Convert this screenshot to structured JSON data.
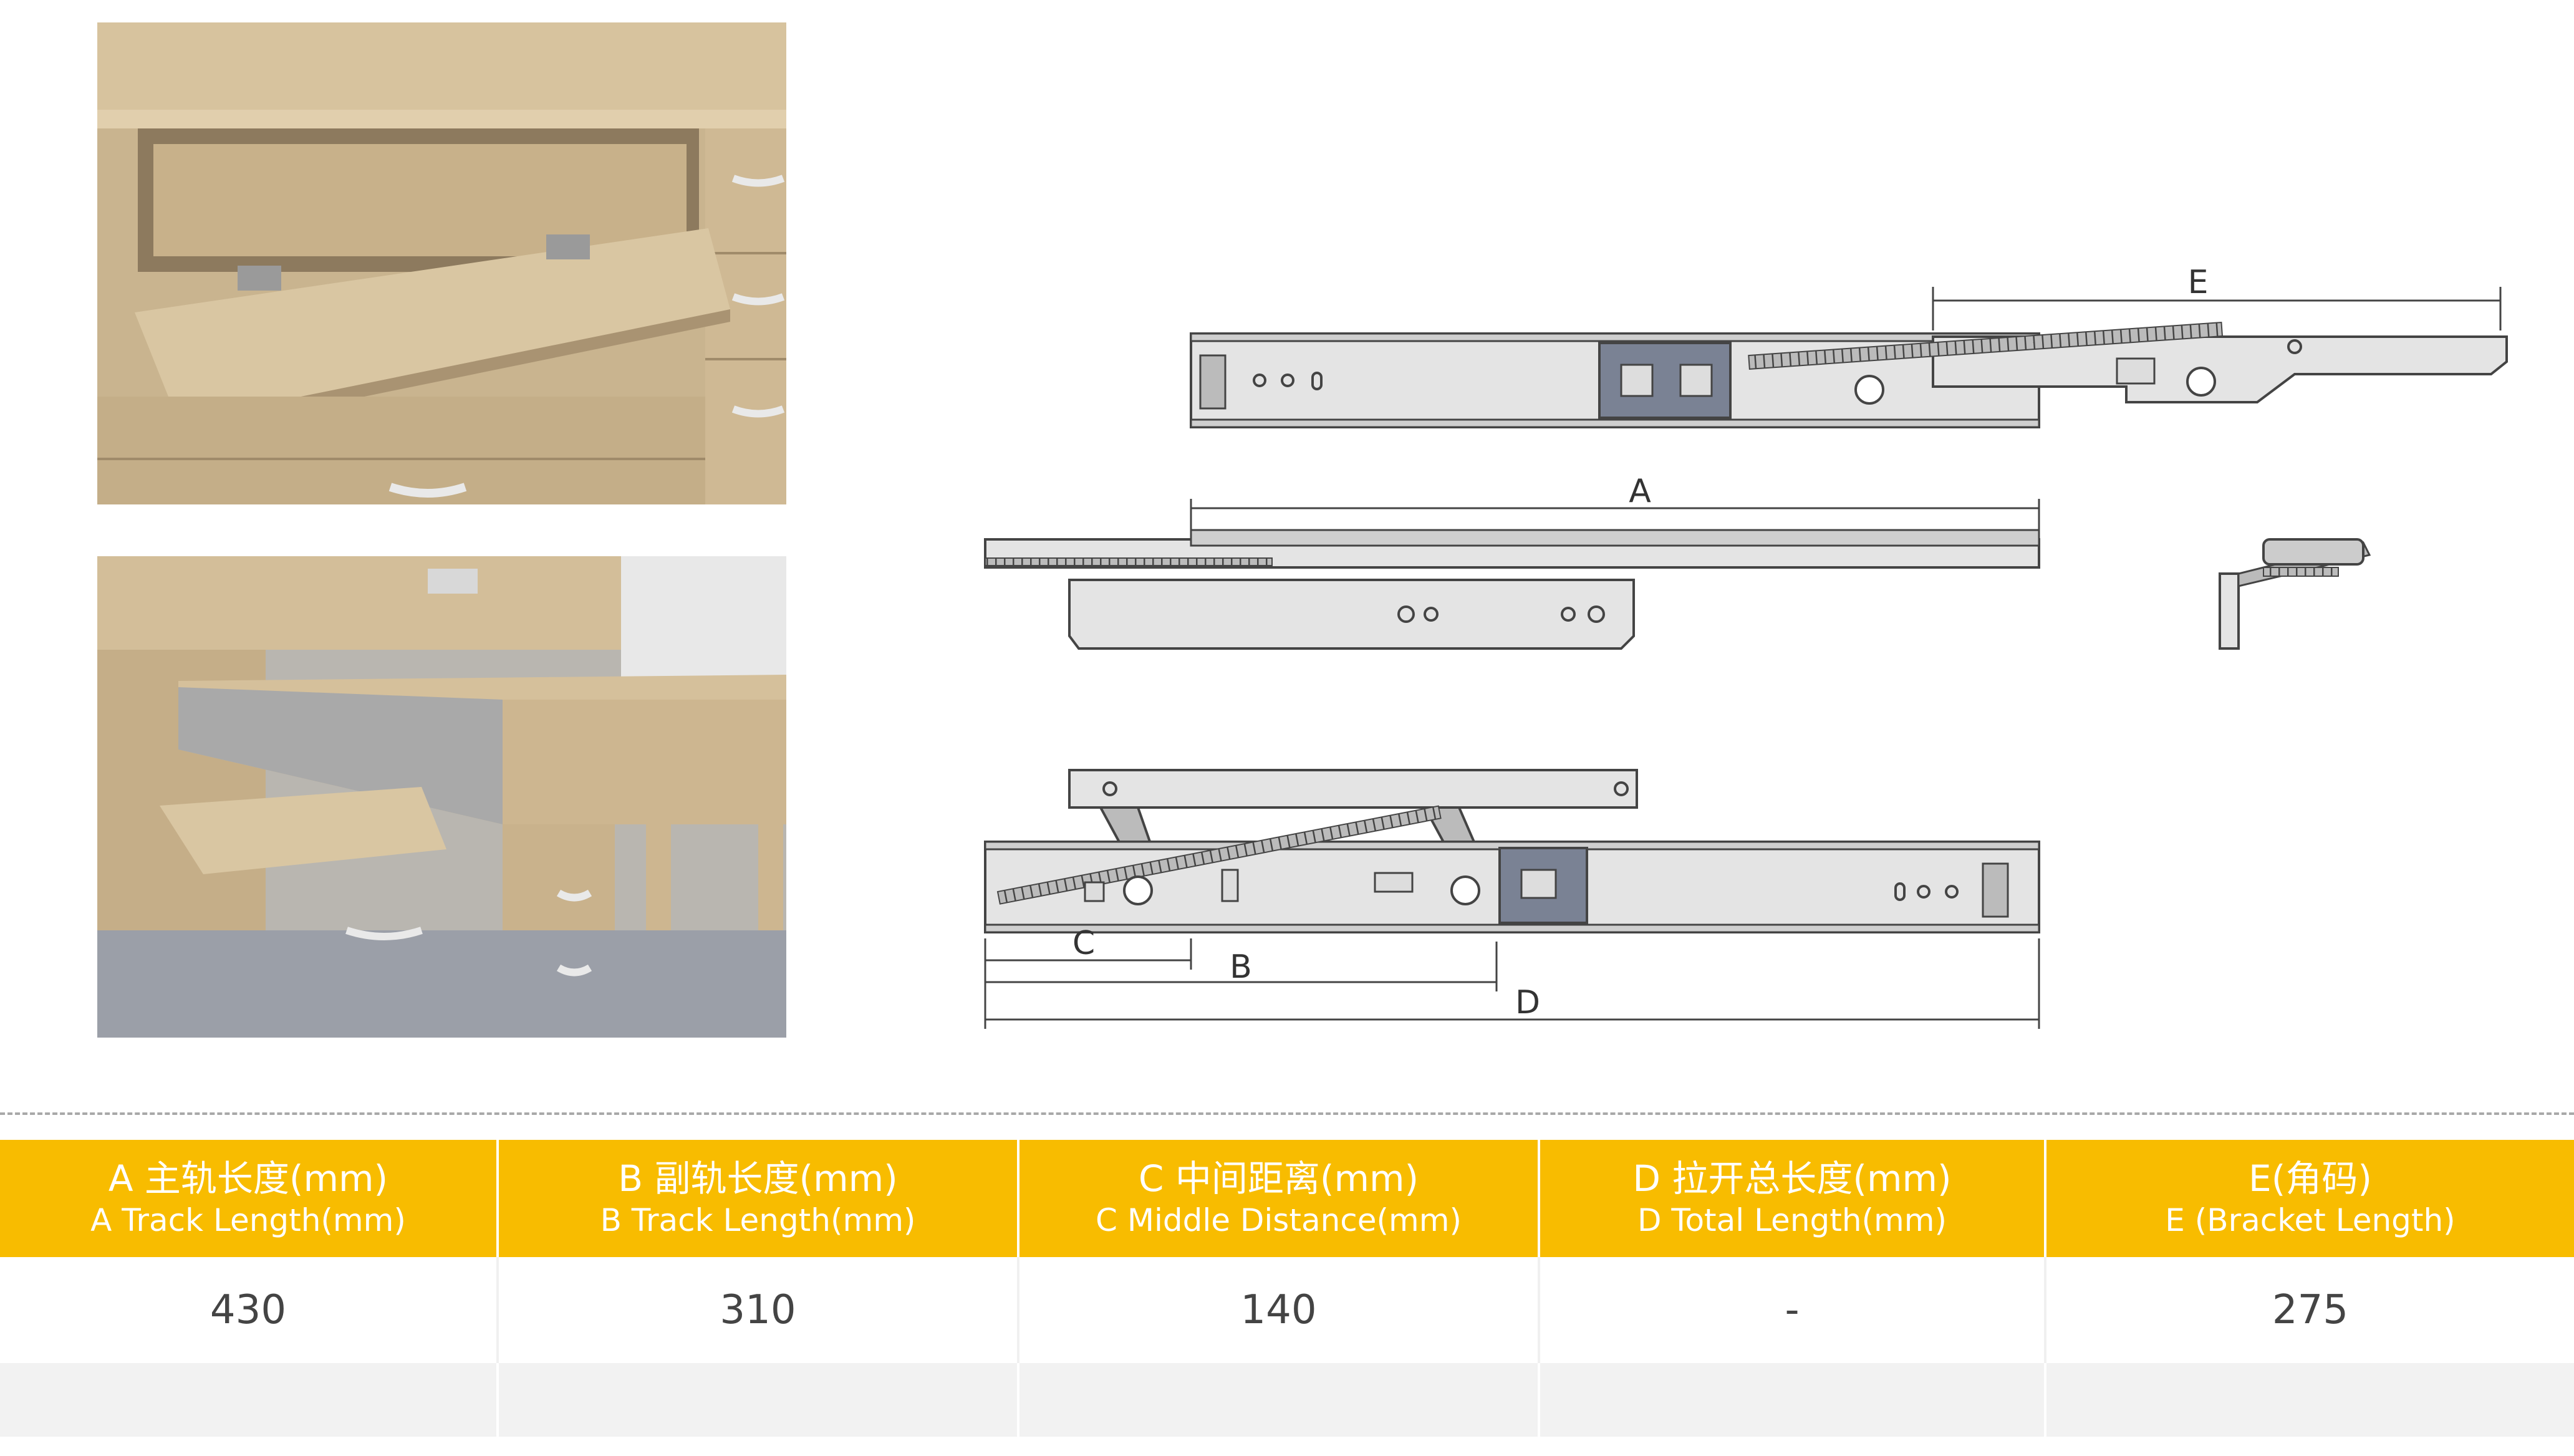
{
  "photos": [
    {
      "scene": "cabinet-open-drop-front-drawer"
    },
    {
      "scene": "desk-with-pull-out-tray"
    }
  ],
  "drawing": {
    "dimension_labels": {
      "a": "A",
      "b": "B",
      "c": "C",
      "d": "D",
      "e": "E"
    }
  },
  "spec_table": {
    "columns": [
      {
        "zh": "A 主轨长度(mm)",
        "en": "A Track Length(mm)",
        "value": "430"
      },
      {
        "zh": "B 副轨长度(mm)",
        "en": "B Track Length(mm)",
        "value": "310"
      },
      {
        "zh": "C 中间距离(mm)",
        "en": "C Middle Distance(mm)",
        "value": "140"
      },
      {
        "zh": "D 拉开总长度(mm)",
        "en": "D Total Length(mm)",
        "value": "-"
      },
      {
        "zh": "E(角码)",
        "en": "E (Bracket Length)",
        "value": "275"
      }
    ]
  },
  "colors": {
    "header_bg": "#f8bc00",
    "header_text": "#ffffff",
    "alt_row": "#f2f2f2"
  }
}
